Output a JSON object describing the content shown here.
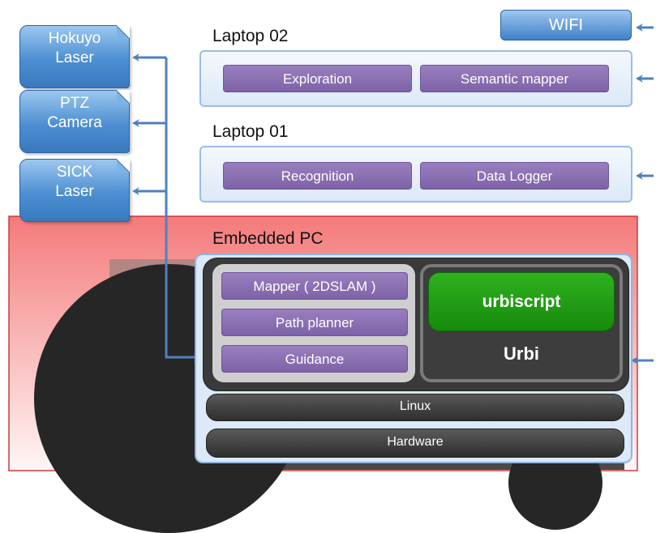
{
  "sensors": [
    {
      "line1": "Hokuyo",
      "line2": "Laser"
    },
    {
      "line1": "PTZ",
      "line2": "Camera"
    },
    {
      "line1": "SICK",
      "line2": "Laser"
    }
  ],
  "wifi": "WIFI",
  "laptop02": {
    "title": "Laptop 02",
    "modules": [
      "Exploration",
      "Semantic mapper"
    ]
  },
  "laptop01": {
    "title": "Laptop 01",
    "modules": [
      "Recognition",
      "Data Logger"
    ]
  },
  "embedded": {
    "title": "Embedded PC",
    "modules": [
      "Mapper ( 2DSLAM )",
      "Path planner",
      "Guidance"
    ],
    "urbiscript": "urbiscript",
    "urbi": "Urbi",
    "linux": "Linux",
    "hardware": "Hardware"
  },
  "colors": {
    "sensor_blue": "#4d8fd2",
    "module_purple": "#8a6fb3",
    "urbiscript_green": "#1f9a12",
    "embedded_red": "#f26a6a",
    "connector": "#4f81bd"
  }
}
